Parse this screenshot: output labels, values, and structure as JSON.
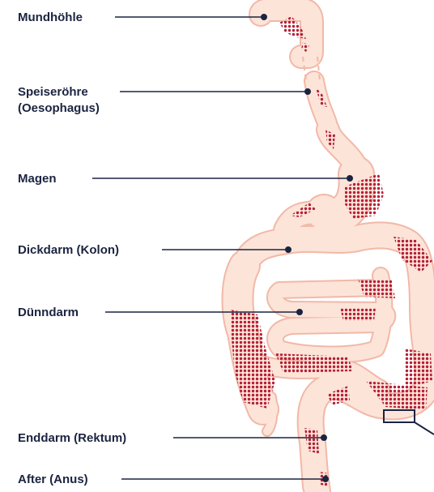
{
  "labels": {
    "mouth": "Mundhöhle",
    "esophagus_line1": "Speiseröhre",
    "esophagus_line2": "(Oesophagus)",
    "stomach": "Magen",
    "colon": "Dickdarm (Kolon)",
    "small_intestine": "Dünndarm",
    "rectum": "Enddarm (Rektum)",
    "anus": "After (Anus)"
  },
  "colors": {
    "label_text": "#1b2440",
    "leader_line": "#1b2440",
    "organ_fill": "#fce4d8",
    "organ_outline": "#f2b8a8",
    "lesion_dots": "#b51e36"
  }
}
